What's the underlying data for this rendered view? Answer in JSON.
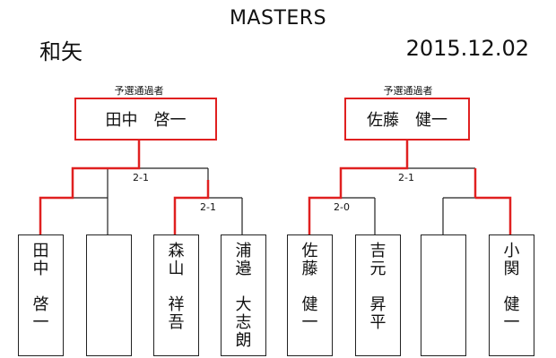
{
  "header": {
    "title": "MASTERS",
    "player_name": "和矢",
    "date": "2015.12.02"
  },
  "pools": [
    {
      "caption": "予選通過者",
      "winner": "田中　啓一",
      "scores": {
        "final": "2-1",
        "semi_right": "2-1"
      },
      "players": [
        {
          "family": [
            "田",
            "中"
          ],
          "given": [
            "啓",
            "一"
          ]
        },
        {
          "family": [],
          "given": []
        },
        {
          "family": [
            "森",
            "山"
          ],
          "given": [
            "祥",
            "吾"
          ]
        },
        {
          "family": [
            "浦",
            "邉"
          ],
          "given": [
            "大",
            "志",
            "朗"
          ]
        }
      ]
    },
    {
      "caption": "予選通過者",
      "winner": "佐藤　健一",
      "scores": {
        "final": "2-1",
        "semi_left": "2-0"
      },
      "players": [
        {
          "family": [
            "佐",
            "藤"
          ],
          "given": [
            "健",
            "一"
          ]
        },
        {
          "family": [
            "吉",
            "元"
          ],
          "given": [
            "昇",
            "平"
          ]
        },
        {
          "family": [],
          "given": []
        },
        {
          "family": [
            "小",
            "関"
          ],
          "given": [
            "健",
            "一"
          ]
        }
      ]
    }
  ],
  "colors": {
    "winner_line": "#e02020",
    "line": "#222222"
  }
}
